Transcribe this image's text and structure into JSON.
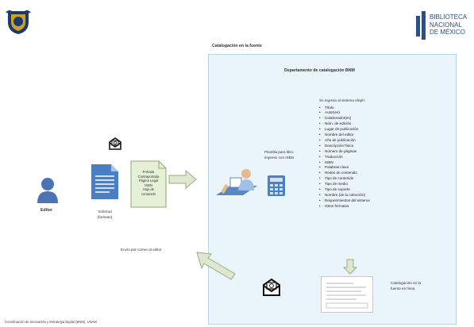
{
  "header": {
    "unam_logo": "unam-escudo",
    "bnm_logo_text": [
      "BIBLIOTECA",
      "NACIONAL",
      "DE MÉXICO"
    ]
  },
  "title": "Catalogación en la fuente",
  "department": {
    "title": "Departamento de catalogación BNM"
  },
  "editor": {
    "label": "Editor"
  },
  "solicitud": {
    "label": [
      "Solicitud",
      "(formato)"
    ]
  },
  "form_doc": {
    "lines": [
      "Portada",
      "Contraportada",
      "Página Legal",
      "ISBN",
      "Hoja de",
      "contenido"
    ]
  },
  "plantilla": {
    "label": [
      "Plantilla para libro",
      "impreso con ISBN"
    ]
  },
  "fields": {
    "intro": "Se ingresa al sistema Aleph:",
    "items": [
      "Título",
      "Autor(es)",
      "Colaborador(es)",
      "Núm. de edición",
      "Lugar de publicación",
      "Nombre del editor",
      "Año de publicación",
      "Descripción física",
      "Número de páginas",
      "Traducción",
      "ISBN",
      "Palabras clave",
      "Redes de contenido",
      "Tipo de contenido",
      "Tipo de medio",
      "Tipo de soporte",
      "Nombre (de la colección)",
      "Requerimientos del sistema",
      "Otros formatos"
    ]
  },
  "result": {
    "label": [
      "Catalogación en la",
      "fuente en línea"
    ]
  },
  "envio": {
    "label": "Envío por correo al editor"
  },
  "footer": {
    "text": "Coordinación de Innovación y Estrategia Digital (BNM), UNAM"
  },
  "colors": {
    "arrow": "#dfe8cf",
    "arrow_stroke": "#9aaa86",
    "panel": "#e9f5fb",
    "person": "#4a74b4",
    "doc": "#4a7fc3"
  }
}
